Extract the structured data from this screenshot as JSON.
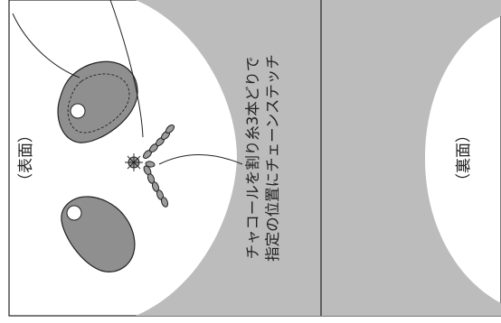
{
  "diagram": {
    "labels": {
      "front": "（表面）",
      "back": "（裏面）",
      "instruction_line1": "チャコールを割り糸3本どりで",
      "instruction_line2": "指定の位置にチェーンステッチ"
    },
    "colors": {
      "gray_fill": "#bcbcbc",
      "shape_fill": "#8f8f8f",
      "stroke": "#222222",
      "background": "#ffffff"
    }
  }
}
